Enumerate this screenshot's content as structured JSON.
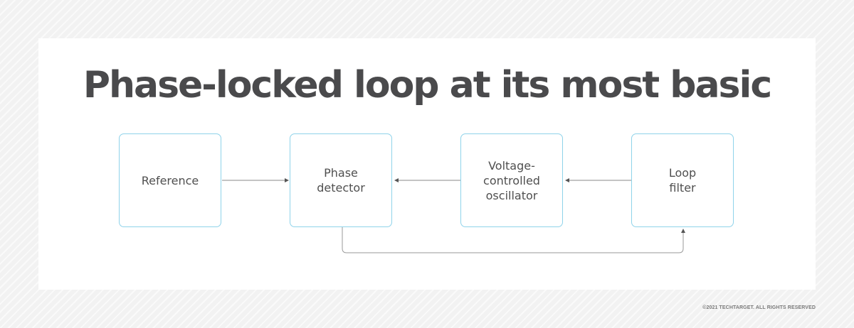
{
  "title": "Phase-locked loop at its most basic",
  "blocks": [
    {
      "id": "reference",
      "label": "Reference"
    },
    {
      "id": "phase-detector",
      "label": "Phase\ndetector"
    },
    {
      "id": "vco",
      "label": "Voltage-\ncontrolled\noscillator"
    },
    {
      "id": "loop-filter",
      "label": "Loop\nfilter"
    }
  ],
  "connections": [
    {
      "from": "reference",
      "to": "phase-detector"
    },
    {
      "from": "vco",
      "to": "phase-detector"
    },
    {
      "from": "loop-filter",
      "to": "vco"
    },
    {
      "from": "phase-detector",
      "to": "loop-filter"
    }
  ],
  "colors": {
    "box_border": "#8fd3ea",
    "title": "#4a4a4c",
    "wire": "#8a8a8a"
  },
  "footer": {
    "copyright": "©2021 TECHTARGET. ALL RIGHTS RESERVED"
  }
}
